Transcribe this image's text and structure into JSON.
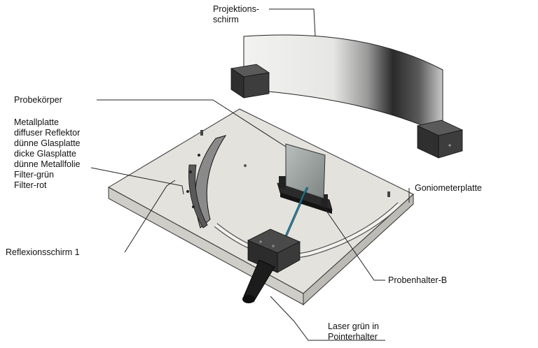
{
  "labels": {
    "screen_line1": "Projektions-",
    "screen_line2": "schirm",
    "specimen": "Probekörper",
    "materials": [
      "Metallplatte",
      "diffuser Reflektor",
      "dünne Glasplatte",
      "dicke Glasplatte",
      "dünne Metallfolie",
      "Filter-grün",
      "Filter-rot"
    ],
    "goniometer": "Goniometerplatte",
    "reflection_screen": "Reflexionsschirm 1",
    "holder": "Probenhalter-B",
    "laser_line1": "Laser grün in",
    "laser_line2": "Pointerhalter"
  },
  "colors": {
    "plate_top": "#e4e2dd",
    "plate_side": "#c9c7c1",
    "dark_part": "#3a3a3a",
    "black_part": "#1c1c1c",
    "laser_beam": "#1f6f8b"
  }
}
